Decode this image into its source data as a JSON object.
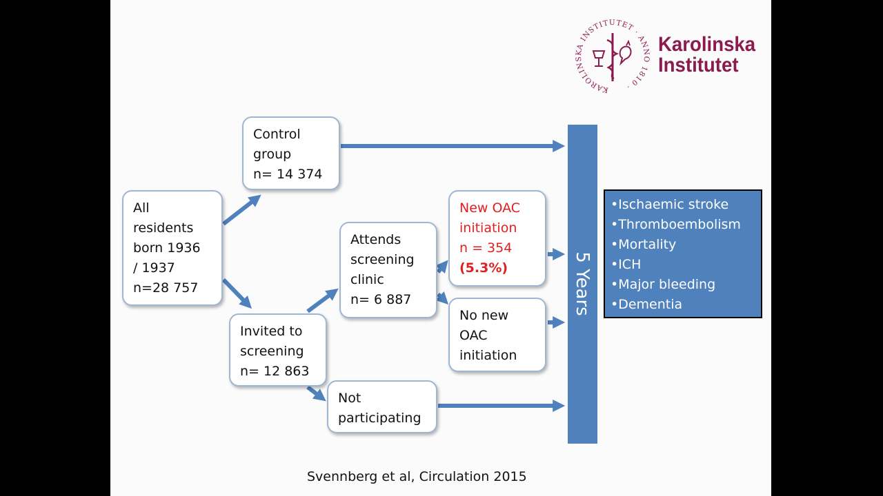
{
  "logo": {
    "name_line1": "Karolinska",
    "name_line2": "Institutet",
    "seal_text": "KAROLINSKA INSTITUTET · ANNO 1810 ·"
  },
  "flow": {
    "all_residents": [
      "All",
      "residents",
      "born 1936",
      "/ 1937",
      "n=28 757"
    ],
    "control_group": [
      "Control",
      "group",
      "n= 14 374"
    ],
    "invited": [
      "Invited to",
      "screening",
      "n= 12 863"
    ],
    "attends": [
      "Attends",
      "screening",
      "clinic",
      "n= 6 887"
    ],
    "new_oac": [
      "New OAC",
      "initiation",
      "n = 354"
    ],
    "new_oac_pct": "(5.3%)",
    "no_new_oac": [
      "No new",
      "OAC",
      "initiation"
    ],
    "not_participating": [
      "Not",
      "participating"
    ]
  },
  "followup_label": "5 Years",
  "outcomes": [
    "•Ischaemic stroke",
    "•Thromboembolism",
    "•Mortality",
    "•ICH",
    "•Major bleeding",
    "•Dementia"
  ],
  "citation": "Svennberg et al, Circulation 2015",
  "colors": {
    "arrow": "#4f81bd",
    "box_border": "#9fb6d3",
    "highlight": "#e02020",
    "brand": "#8b1a4f",
    "background": "#fbfbfb"
  }
}
